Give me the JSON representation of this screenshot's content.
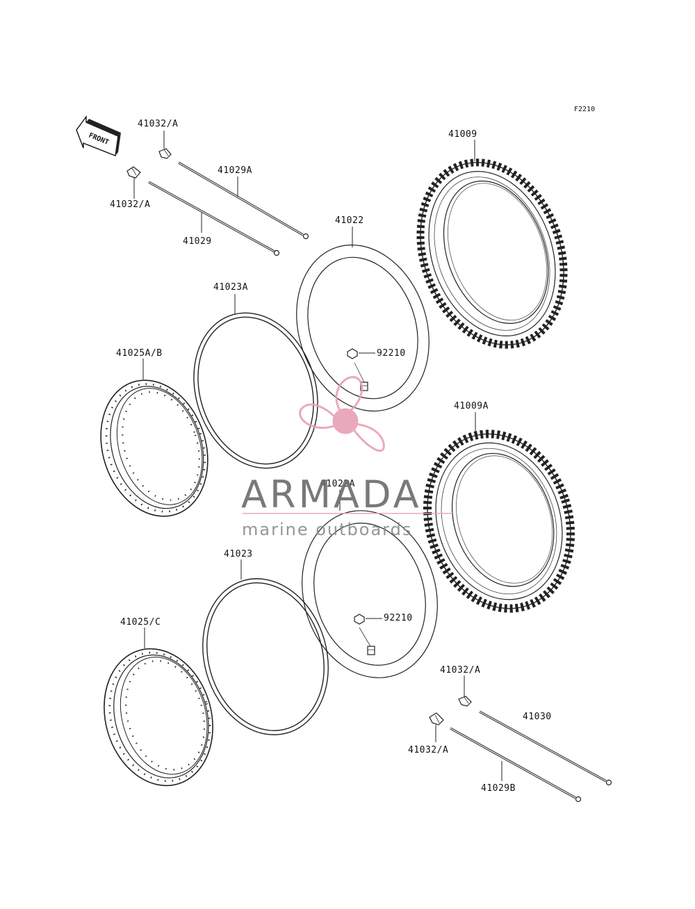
{
  "diagram": {
    "code": "F2210",
    "front_label": "FRONT",
    "parts": {
      "p41032A_1": "41032/A",
      "p41032A_2": "41032/A",
      "p41032A_3": "41032/A",
      "p41032A_4": "41032/A",
      "p41029A": "41029A",
      "p41029": "41029",
      "p41009": "41009",
      "p41009A": "41009A",
      "p41022": "41022",
      "p41022A": "41022A",
      "p41023A": "41023A",
      "p41023": "41023",
      "p41025AB": "41025A/B",
      "p41025C": "41025/C",
      "p92210_1": "92210",
      "p92210_2": "92210",
      "p41030": "41030",
      "p41029B": "41029B"
    }
  },
  "watermark": {
    "name": "ARMADA",
    "tagline": "marine outboards",
    "color": "#e8a0b4"
  }
}
